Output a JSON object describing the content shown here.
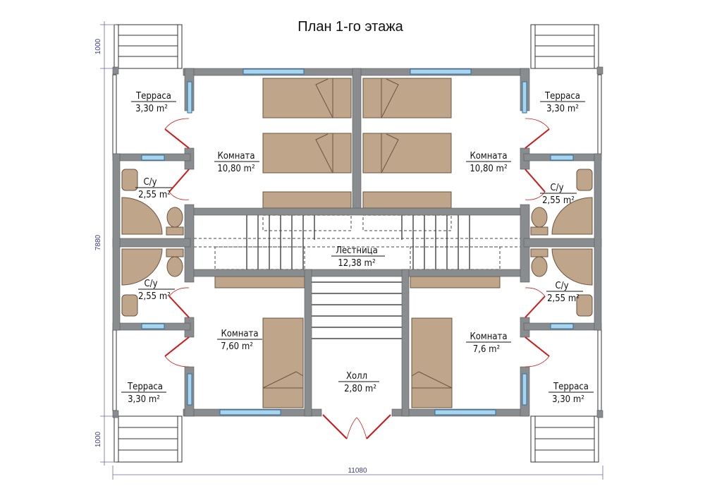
{
  "title": "План 1-го этажа",
  "rooms": {
    "terrace_tl": {
      "name": "Терраса",
      "area": "3,30 m²"
    },
    "terrace_tr": {
      "name": "Терраса",
      "area": "3,30 m²"
    },
    "terrace_bl": {
      "name": "Терраса",
      "area": "3,30 m²"
    },
    "terrace_br": {
      "name": "Терраса",
      "area": "3,30 m²"
    },
    "room_tl": {
      "name": "Комната",
      "area": "10,80 m²"
    },
    "room_tr": {
      "name": "Комната",
      "area": "10,80 m²"
    },
    "room_bl": {
      "name": "Комната",
      "area": "7,60 m²"
    },
    "room_br": {
      "name": "Комната",
      "area": "7,6 m²"
    },
    "wc_tl": {
      "name": "С/у",
      "area": "2,55 m²"
    },
    "wc_tr": {
      "name": "С/у",
      "area": "2,55 m²"
    },
    "wc_bl": {
      "name": "С/у",
      "area": "2,55 m²"
    },
    "wc_br": {
      "name": "С/у",
      "area": "2,55 m²"
    },
    "stairs": {
      "name": "Лестница",
      "area": "12,38 m²"
    },
    "hall": {
      "name": "Холл",
      "area": "2,80 m²"
    }
  },
  "dimensions": {
    "top_porch": "1000",
    "height": "7880",
    "bottom_porch": "1000",
    "width": "11080"
  },
  "colors": {
    "wall": "#8a8d8f",
    "furniture": "#bfa58a",
    "door": "#d01818",
    "window": "#a9d4ee"
  }
}
